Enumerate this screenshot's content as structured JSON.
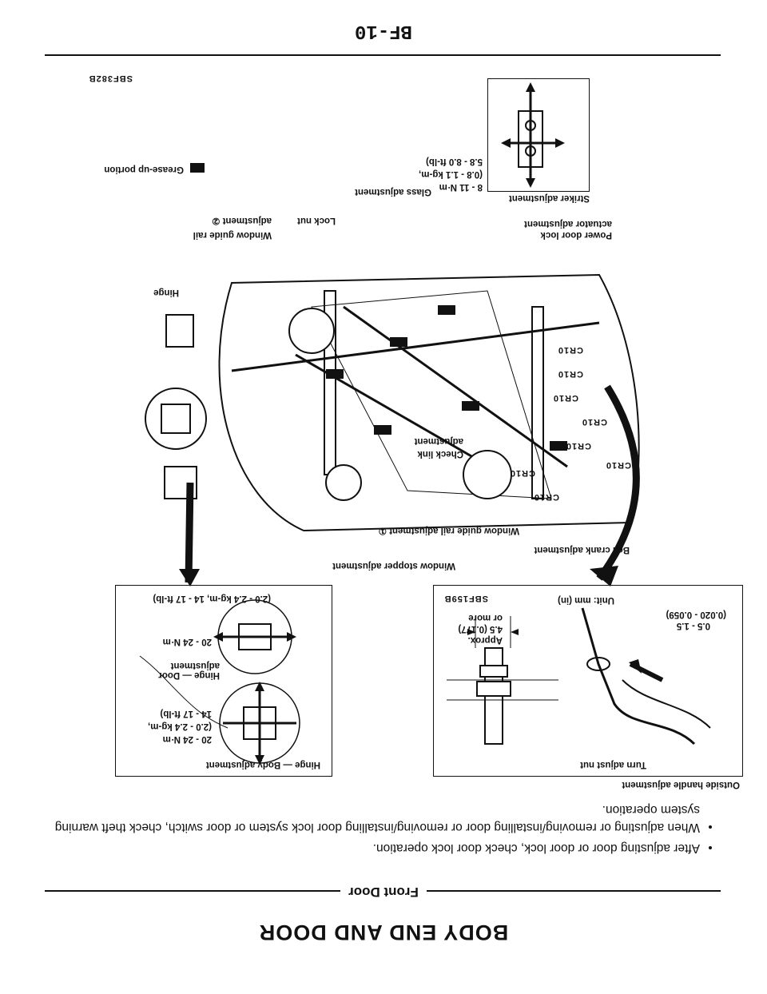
{
  "header": {
    "title": "BODY END AND DOOR"
  },
  "section": {
    "title": "Front Door"
  },
  "instructions": [
    "After adjusting door or door lock, check door lock operation.",
    "When adjusting or removing/installing door or removing/installing door lock system or door switch, check theft warning system operation."
  ],
  "outside_handle_box": {
    "title": "Outside handle adjustment",
    "callout": "Turn adjust nut",
    "approx_line1": "Approx.",
    "approx_line2": "4.5 (0.177)",
    "approx_line3": "or more",
    "dimension": "0.5 - 1.5",
    "dimension_in": "(0.020 - 0.059)",
    "unit": "Unit: mm (in)",
    "code": "SBF159B"
  },
  "hinge_box": {
    "body_label": "Hinge — Body adjustment",
    "torque1_nm": "20 - 24 N·m",
    "torque1_kg": "(2.0 - 2.4 kg-m,",
    "torque1_ft": "14 - 17 ft-lb)",
    "door_label": "Hinge — Door adjustment",
    "torque2_nm": "20 - 24 N·m",
    "torque2_all": "(2.0 - 2.4 kg-m, 14 - 17 ft-lb)"
  },
  "main_callouts": {
    "window_stopper": "Window stopper adjustment",
    "window_guide_1": "Window guide rail adjustment ①",
    "bell_crank": "Bell crank adjustment",
    "check_link_1": "Check link",
    "check_link_2": "adjustment",
    "hinge": "Hinge",
    "window_guide_2a": "Window guide rail",
    "window_guide_2b": "adjustment ②",
    "lock_nut": "Lock nut",
    "glass_adjustment": "Glass adjustment",
    "power_door_lock_a": "Power door lock",
    "power_door_lock_b": "actuator adjustment",
    "grease": "Grease-up portion"
  },
  "cr_labels": [
    "CR10",
    "CR10",
    "CR10",
    "CR10",
    "CR10",
    "CR10",
    "CR10",
    "CR10"
  ],
  "striker_box": {
    "title": "Striker adjustment",
    "torque_nm": "8 - 11 N·m",
    "torque_kg": "(0.8 - 1.1 kg-m,",
    "torque_ft": "5.8 - 8.0 ft-lb)"
  },
  "figure_code": "SBF382B",
  "footer": {
    "page": "BF-10"
  }
}
